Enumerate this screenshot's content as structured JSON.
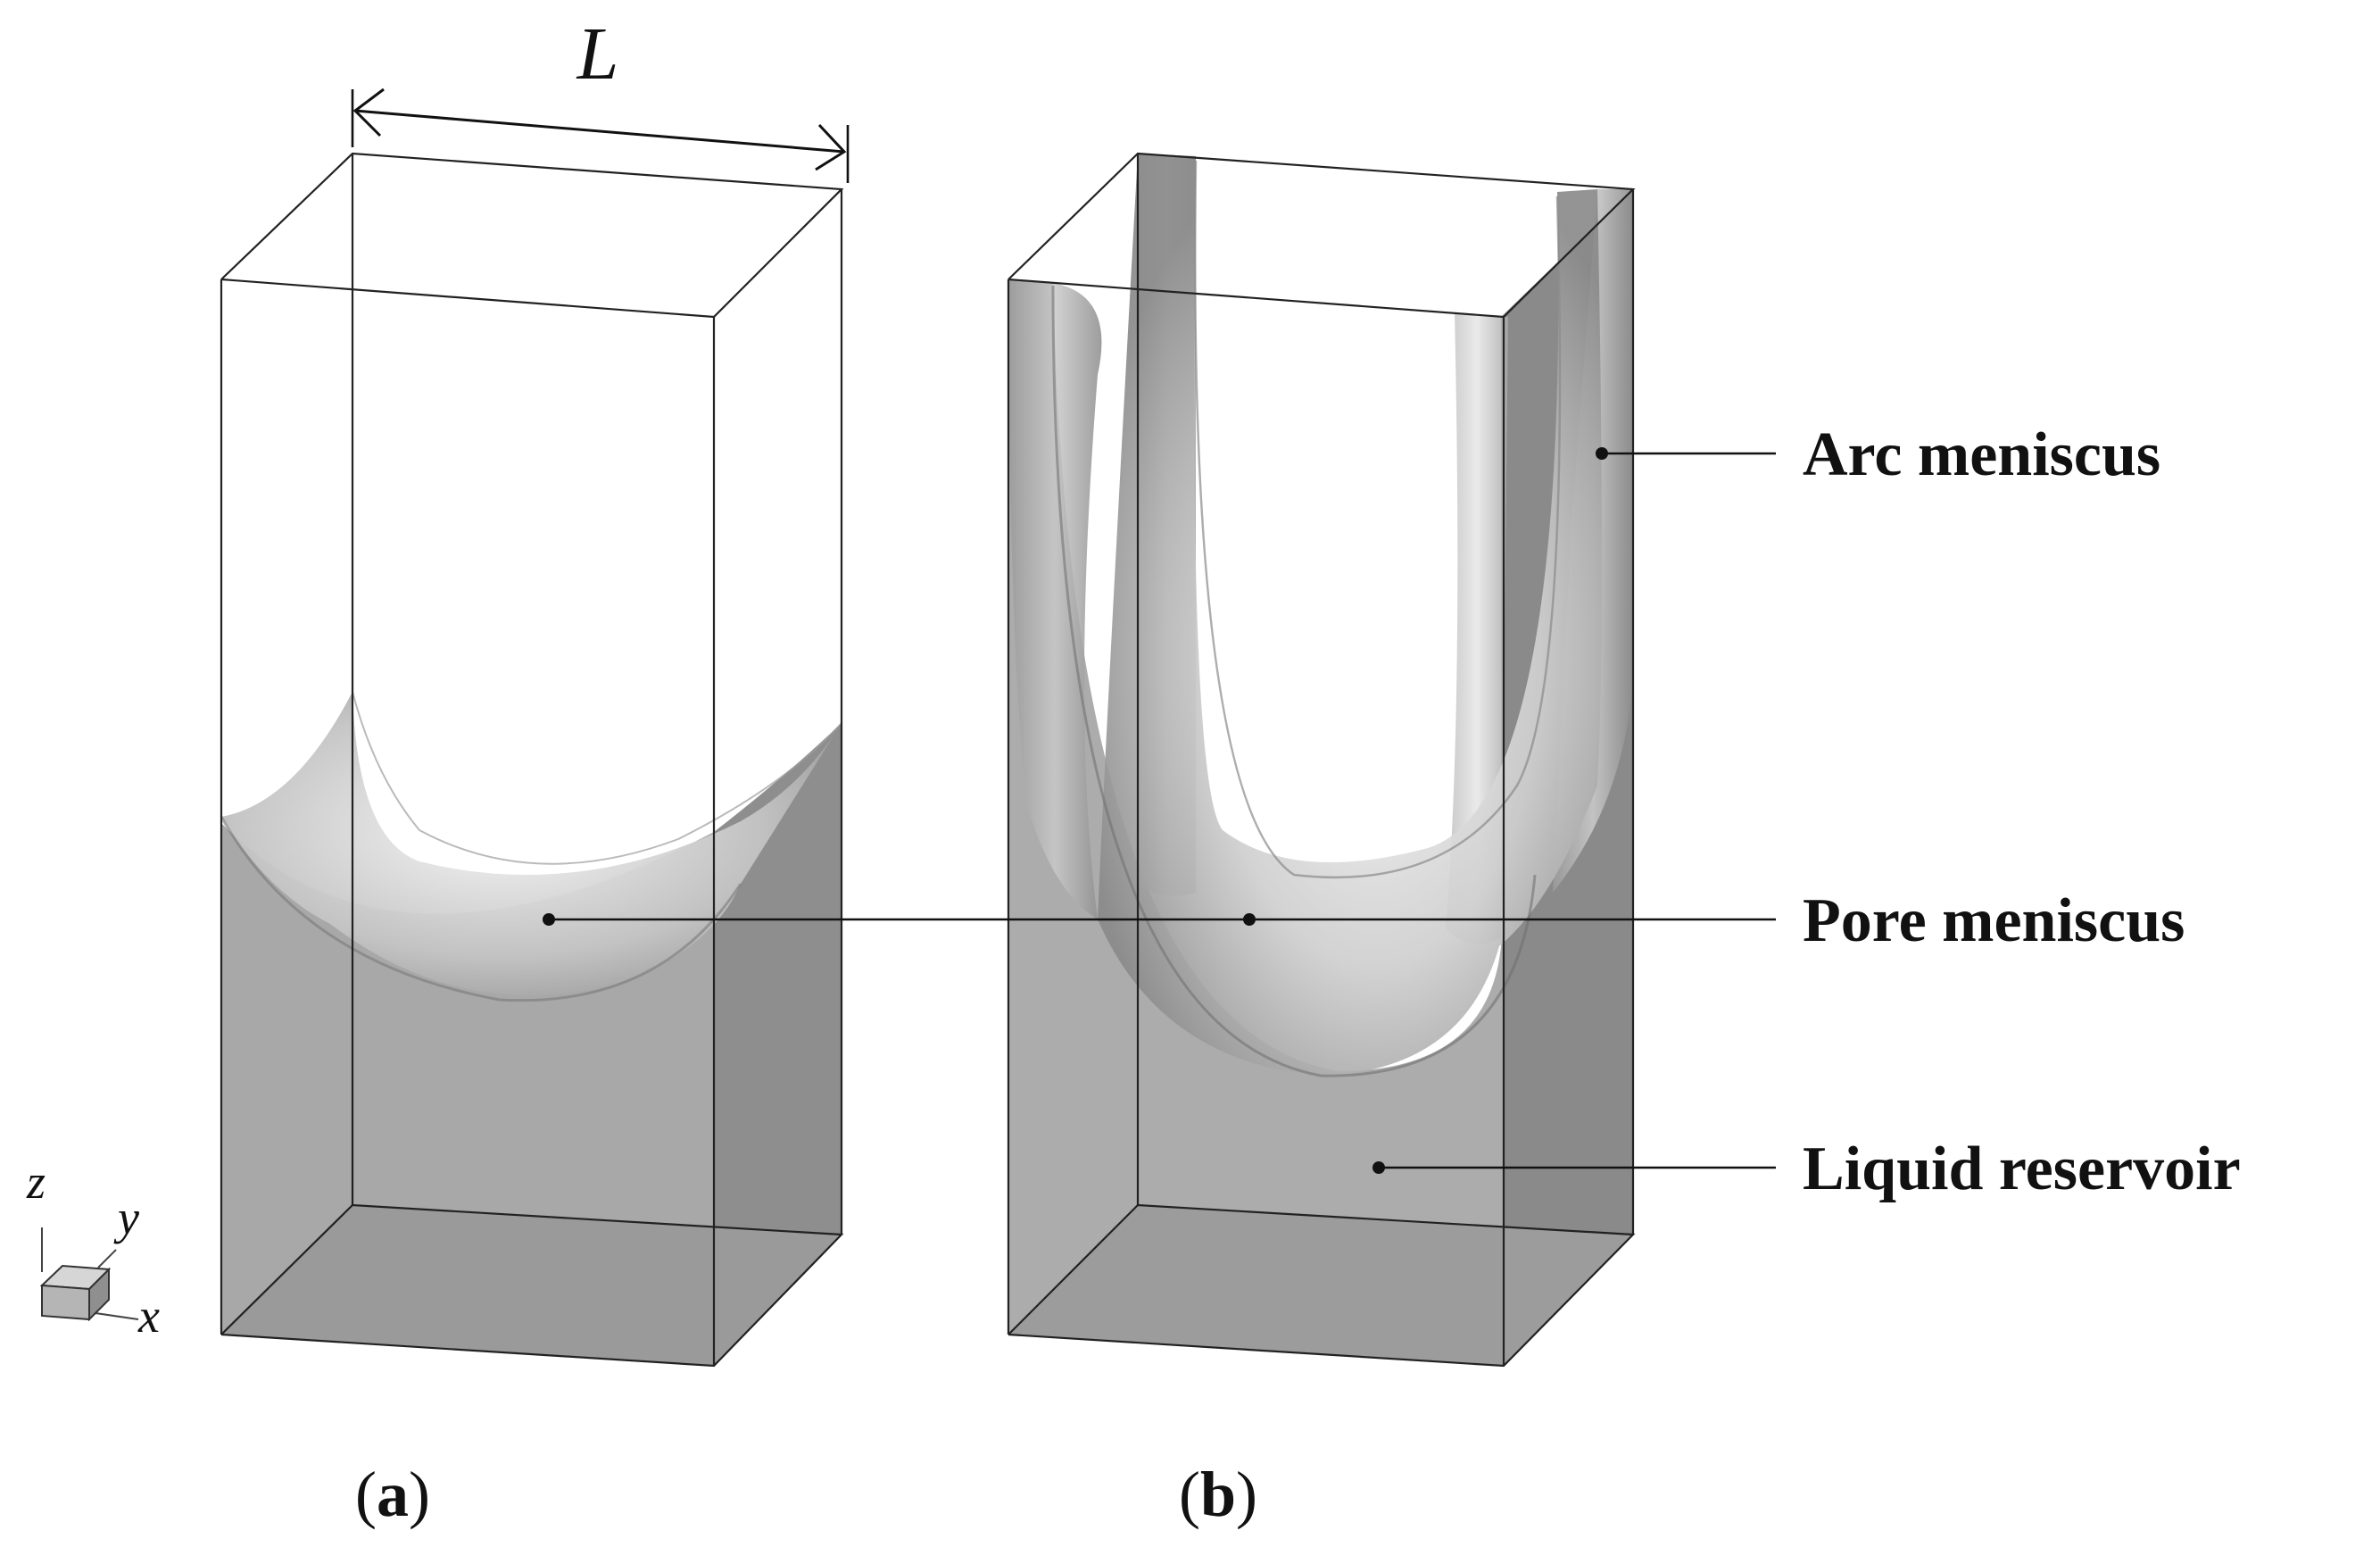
{
  "dimension_label": "L",
  "axes": {
    "z": "z",
    "y": "y",
    "x": "x"
  },
  "callouts": {
    "arc_meniscus": "Arc meniscus",
    "pore_meniscus": "Pore meniscus",
    "liquid_reservoir": "Liquid reservoir"
  },
  "panels": {
    "a": {
      "open": "(",
      "letter": "a",
      "close": ")"
    },
    "b": {
      "open": "(",
      "letter": "b",
      "close": ")"
    }
  }
}
